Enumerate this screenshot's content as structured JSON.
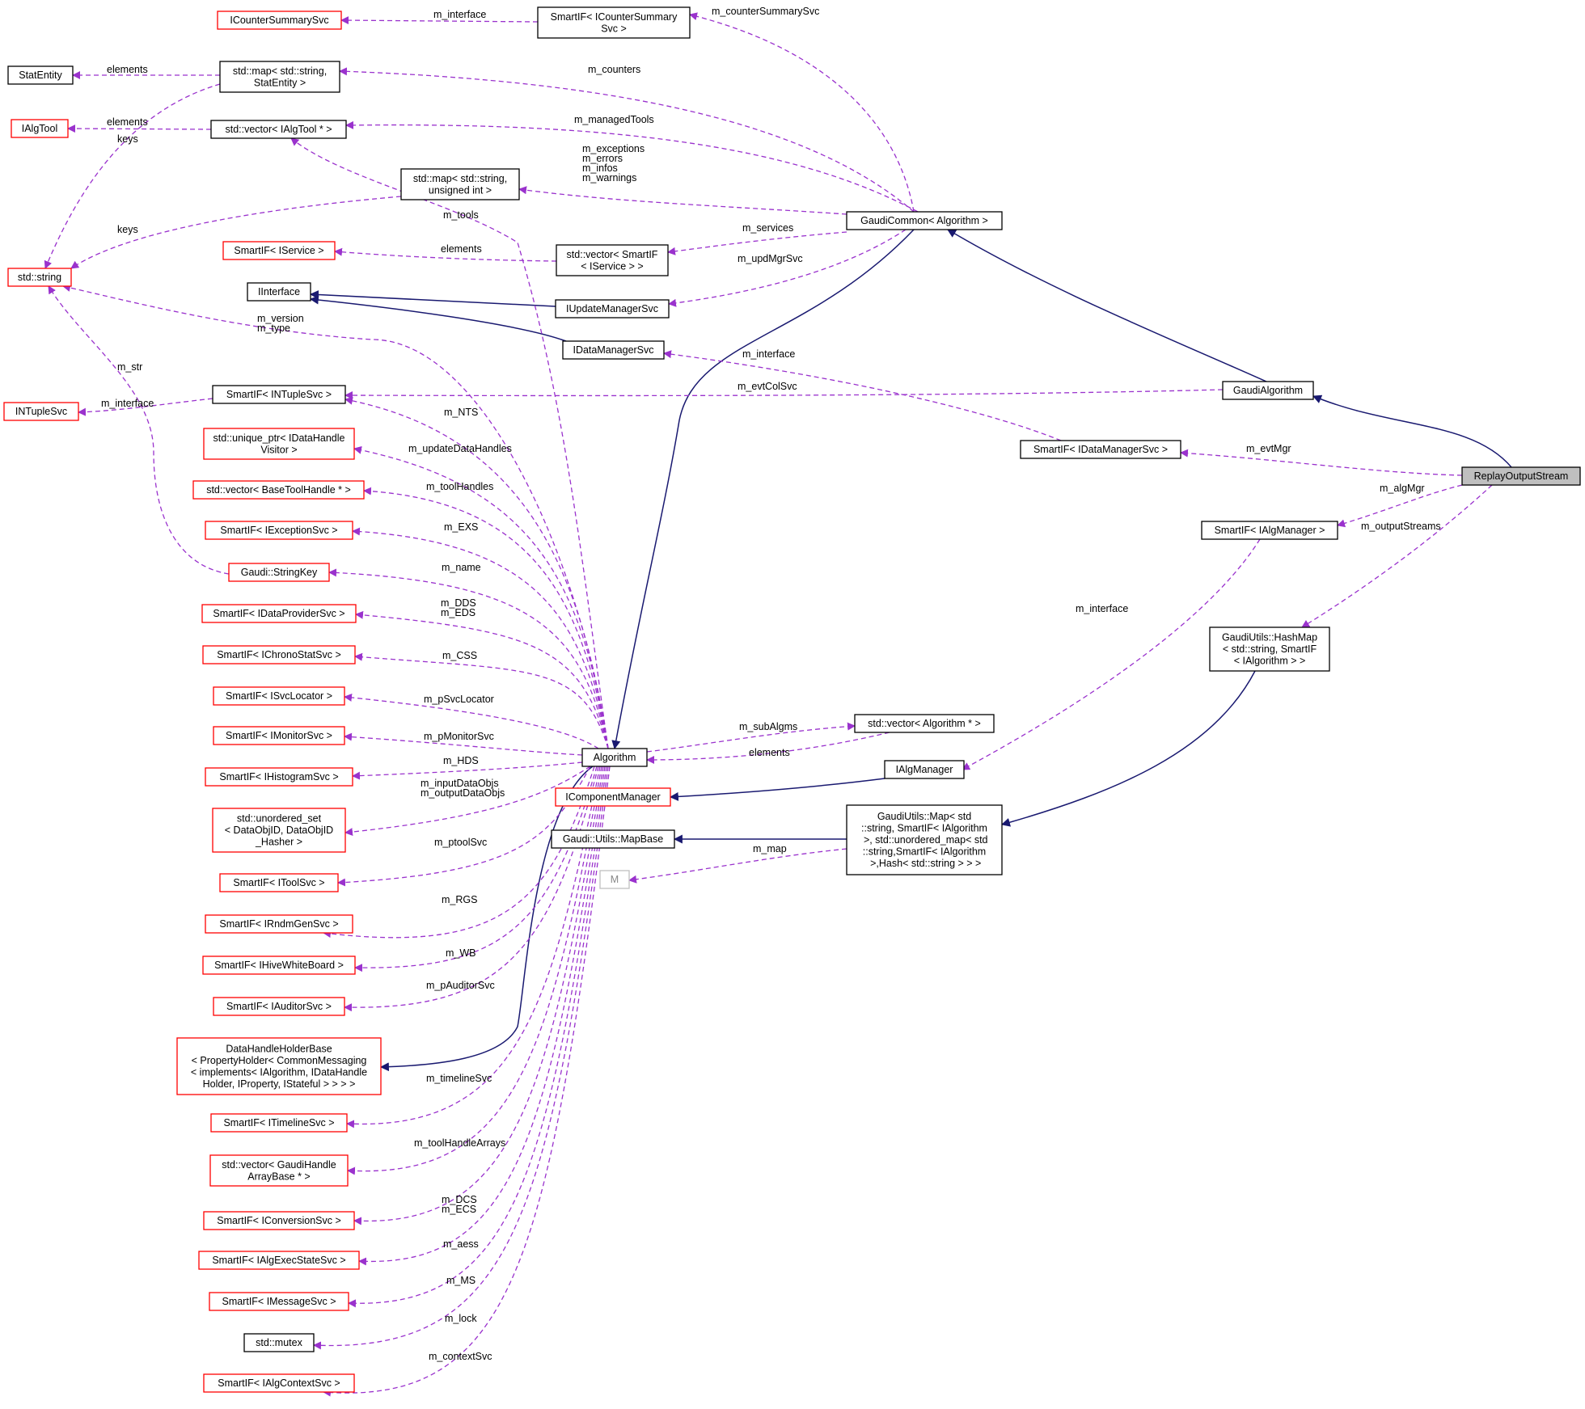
{
  "colors": {
    "member_edge": "#9a32cd",
    "inheritance_edge": "#191970",
    "incomplete_node_border": "#ff0000",
    "complete_node_border": "#000000",
    "focus_node_fill": "#bfbfbf",
    "undocumented_node_border": "#bfbfbf"
  },
  "nodes": {
    "ReplayOutputStream": [
      "ReplayOutputStream"
    ],
    "GaudiAlgorithm": [
      "GaudiAlgorithm"
    ],
    "GaudiCommon": [
      "GaudiCommon< Algorithm >"
    ],
    "Algorithm": [
      "Algorithm"
    ],
    "ICounterSummarySvc": [
      "ICounterSummarySvc"
    ],
    "SmartIF_ICounterSummarySvc": [
      "SmartIF< ICounterSummary",
      "Svc >"
    ],
    "StatEntity": [
      "StatEntity"
    ],
    "map_StatEntity": [
      "std::map< std::string,",
      "StatEntity >"
    ],
    "IAlgTool": [
      "IAlgTool"
    ],
    "vector_IAlgTool": [
      "std::vector< IAlgTool * >"
    ],
    "map_uint": [
      "std::map< std::string,",
      "unsigned int >"
    ],
    "std_string": [
      "std::string"
    ],
    "SmartIF_IService": [
      "SmartIF< IService >"
    ],
    "vector_SmartIF_IService": [
      "std::vector< SmartIF",
      "< IService > >"
    ],
    "IInterface": [
      "IInterface"
    ],
    "IUpdateManagerSvc": [
      "IUpdateManagerSvc"
    ],
    "IDataManagerSvc": [
      "IDataManagerSvc"
    ],
    "INTupleSvc": [
      "INTupleSvc"
    ],
    "SmartIF_INTupleSvc": [
      "SmartIF< INTupleSvc >"
    ],
    "SmartIF_IDataManagerSvc": [
      "SmartIF< IDataManagerSvc >"
    ],
    "unique_ptr_Visitor": [
      "std::unique_ptr< IDataHandle",
      "Visitor >"
    ],
    "vector_BaseToolHandle": [
      "std::vector< BaseToolHandle * >"
    ],
    "SmartIF_IExceptionSvc": [
      "SmartIF< IExceptionSvc >"
    ],
    "StringKey": [
      "Gaudi::StringKey"
    ],
    "SmartIF_IDataProviderSvc": [
      "SmartIF< IDataProviderSvc >"
    ],
    "SmartIF_IChronoStatSvc": [
      "SmartIF< IChronoStatSvc >"
    ],
    "SmartIF_ISvcLocator": [
      "SmartIF< ISvcLocator >"
    ],
    "SmartIF_IMonitorSvc": [
      "SmartIF< IMonitorSvc >"
    ],
    "SmartIF_IHistogramSvc": [
      "SmartIF< IHistogramSvc >"
    ],
    "unordered_set_DataObjID": [
      "std::unordered_set",
      "< DataObjID, DataObjID",
      "_Hasher >"
    ],
    "SmartIF_IToolSvc": [
      "SmartIF< IToolSvc >"
    ],
    "SmartIF_IRndmGenSvc": [
      "SmartIF< IRndmGenSvc >"
    ],
    "SmartIF_IHiveWhiteBoard": [
      "SmartIF< IHiveWhiteBoard >"
    ],
    "SmartIF_IAuditorSvc": [
      "SmartIF< IAuditorSvc >"
    ],
    "DataHandleHolderBase": [
      "DataHandleHolderBase",
      "< PropertyHolder< CommonMessaging",
      "< implements< IAlgorithm, IDataHandle",
      "Holder, IProperty, IStateful > > > >"
    ],
    "SmartIF_ITimelineSvc": [
      "SmartIF< ITimelineSvc >"
    ],
    "vector_GaudiHandleArrayBase": [
      "std::vector< GaudiHandle",
      "ArrayBase * >"
    ],
    "SmartIF_IConversionSvc": [
      "SmartIF< IConversionSvc >"
    ],
    "SmartIF_IAlgExecStateSvc": [
      "SmartIF< IAlgExecStateSvc >"
    ],
    "SmartIF_IMessageSvc": [
      "SmartIF< IMessageSvc >"
    ],
    "std_mutex": [
      "std::mutex"
    ],
    "SmartIF_IAlgContextSvc": [
      "SmartIF< IAlgContextSvc >"
    ],
    "SmartIF_IAlgManager": [
      "SmartIF< IAlgManager >"
    ],
    "HashMap": [
      "GaudiUtils::HashMap",
      "< std::string, SmartIF",
      "< IAlgorithm > >"
    ],
    "vector_Algorithm": [
      "std::vector< Algorithm * >"
    ],
    "IAlgManager": [
      "IAlgManager"
    ],
    "IComponentManager": [
      "IComponentManager"
    ],
    "MapBase": [
      "Gaudi::Utils::MapBase"
    ],
    "M": [
      "M"
    ],
    "GaudiUtils_Map": [
      "GaudiUtils::Map< std",
      "::string, SmartIF< IAlgorithm",
      " >, std::unordered_map< std",
      "::string,SmartIF< IAlgorithm",
      " >,Hash< std::string > > >"
    ]
  },
  "edge_labels": {
    "m_interface_counter": [
      "m_interface"
    ],
    "m_counterSummarySvc": [
      "m_counterSummarySvc"
    ],
    "elements_stat": [
      "elements"
    ],
    "m_counters": [
      "m_counters"
    ],
    "elements_algtool": [
      "elements"
    ],
    "m_managedTools": [
      "m_managedTools"
    ],
    "keys_upper": [
      "keys"
    ],
    "m_exceptions": [
      "m_exceptions",
      "m_errors",
      "m_infos",
      "m_warnings"
    ],
    "keys_lower": [
      "keys"
    ],
    "m_tools": [
      "m_tools"
    ],
    "m_services": [
      "m_services"
    ],
    "elements_service": [
      "elements"
    ],
    "m_updMgrSvc": [
      "m_updMgrSvc"
    ],
    "m_version": [
      "m_version",
      "m_type"
    ],
    "m_str": [
      "m_str"
    ],
    "m_interface_datamgr": [
      "m_interface"
    ],
    "m_evtColSvc": [
      "m_evtColSvc"
    ],
    "m_interface_ntuple": [
      "m_interface"
    ],
    "m_NTS": [
      "m_NTS"
    ],
    "m_evtMgr": [
      "m_evtMgr"
    ],
    "m_updateDataHandles": [
      "m_updateDataHandles"
    ],
    "m_algMgr": [
      "m_algMgr"
    ],
    "m_toolHandles": [
      "m_toolHandles"
    ],
    "m_outputStreams": [
      "m_outputStreams"
    ],
    "m_EXS": [
      "m_EXS"
    ],
    "m_name": [
      "m_name"
    ],
    "m_DDS": [
      "m_DDS",
      "m_EDS"
    ],
    "m_interface_algmgr": [
      "m_interface"
    ],
    "m_CSS": [
      "m_CSS"
    ],
    "m_pSvcLocator": [
      "m_pSvcLocator"
    ],
    "m_subAlgms": [
      "m_subAlgms"
    ],
    "m_pMonitorSvc": [
      "m_pMonitorSvc"
    ],
    "elements_alg": [
      "elements"
    ],
    "m_HDS": [
      "m_HDS"
    ],
    "m_inputDataObjs": [
      "m_inputDataObjs",
      "m_outputDataObjs"
    ],
    "m_ptoolSvc": [
      "m_ptoolSvc"
    ],
    "m_map": [
      "m_map"
    ],
    "m_RGS": [
      "m_RGS"
    ],
    "m_WB": [
      "m_WB"
    ],
    "m_pAuditorSvc": [
      "m_pAuditorSvc"
    ],
    "m_timelineSvc": [
      "m_timelineSvc"
    ],
    "m_toolHandleArrays": [
      "m_toolHandleArrays"
    ],
    "m_DCS": [
      "m_DCS",
      "m_ECS"
    ],
    "m_aess": [
      "m_aess"
    ],
    "m_MS": [
      "m_MS"
    ],
    "m_lock": [
      "m_lock"
    ],
    "m_contextSvc": [
      "m_contextSvc"
    ]
  }
}
